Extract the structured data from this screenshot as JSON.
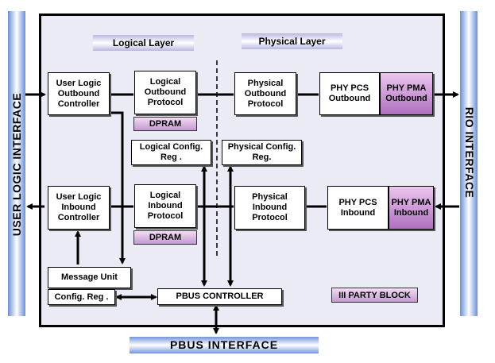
{
  "interfaces": {
    "left": "USER LOGIC INTERFACE",
    "right": "RIO INTERFACE",
    "bottom": "PBUS INTERFACE"
  },
  "layers": {
    "logical": "Logical Layer",
    "physical": "Physical Layer"
  },
  "blocks": {
    "ul_outbound": "User Logic Outbound Controller",
    "ul_inbound": "User Logic Inbound Controller",
    "logical_outbound": "Logical Outbound Protocol",
    "logical_inbound": "Logical Inbound Protocol",
    "dpram_out": "DPRAM",
    "dpram_in": "DPRAM",
    "logical_config": "Logical Config. Reg .",
    "physical_config": "Physical Config. Reg.",
    "physical_outbound": "Physical Outbound Protocol",
    "physical_inbound": "Physical Inbound Protocol",
    "pcs_outbound": "PHY PCS Outbound",
    "pma_outbound": "PHY PMA Outbound",
    "pcs_inbound": "PHY PCS Inbound",
    "pma_inbound": "PHY PMA Inbound",
    "message_unit": "Message Unit",
    "config_reg": "Config. Reg .",
    "pbus_controller": "PBUS CONTROLLER",
    "third_party": "III PARTY BLOCK"
  }
}
